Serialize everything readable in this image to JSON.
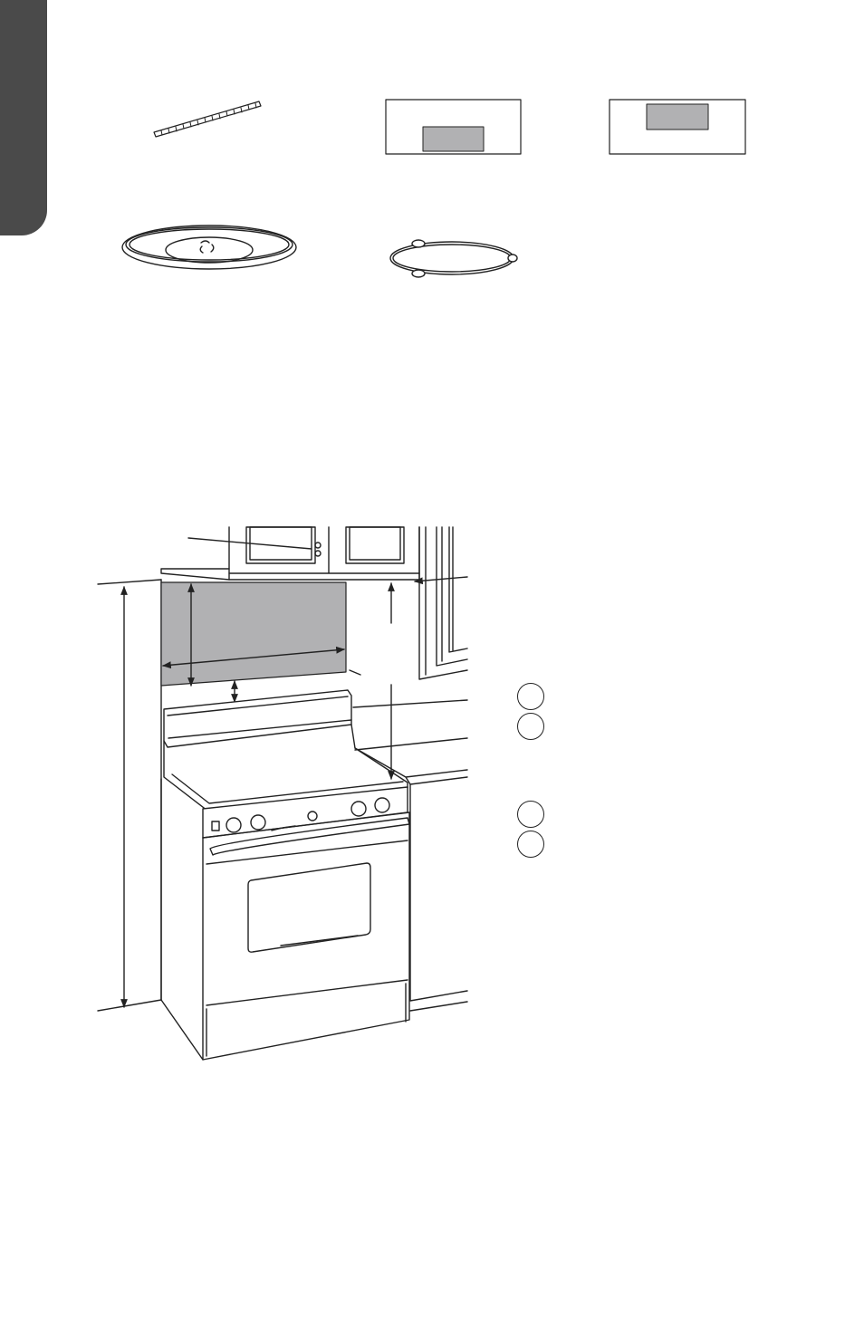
{
  "colors": {
    "side_tab": "#4a4a4a",
    "template_fill": "#b1b1b3",
    "wall_area_fill": "#b1b1b3",
    "line": "#222222"
  },
  "parts": [
    {
      "id": "cord-bar",
      "icon": "threaded-rod-icon"
    },
    {
      "id": "template-wall",
      "icon": "wall-template-icon"
    },
    {
      "id": "template-cabinet",
      "icon": "cabinet-template-icon"
    },
    {
      "id": "glass-tray",
      "icon": "turntable-tray-icon"
    },
    {
      "id": "roller-ring",
      "icon": "roller-ring-icon"
    }
  ],
  "callouts": [
    {
      "id": "callout-1"
    },
    {
      "id": "callout-2"
    },
    {
      "id": "callout-3"
    },
    {
      "id": "callout-4"
    }
  ]
}
